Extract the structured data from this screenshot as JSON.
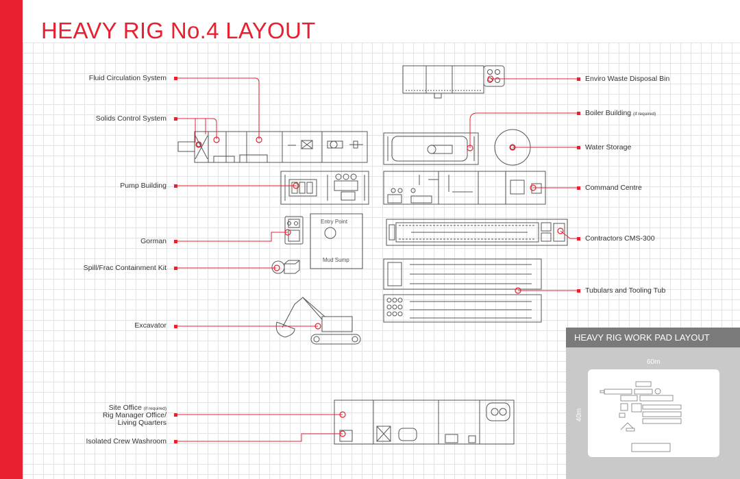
{
  "title": "HEAVY RIG No.4 LAYOUT",
  "colors": {
    "accent": "#e8202f",
    "line": "#555555",
    "inset_header": "#7a7a7a",
    "inset_body": "#c9c9c9"
  },
  "left_labels": {
    "fluid_circulation": "Fluid Circulation System",
    "solids_control": "Solids Control System",
    "pump_building": "Pump Building",
    "gorman": "Gorman",
    "spill_kit": "Spill/Frac Containment Kit",
    "excavator": "Excavator",
    "site_office": "Site Office",
    "site_office_note": "(if required)",
    "rig_manager": "Rig Manager Office/",
    "living_quarters": "Living Quarters",
    "crew_washroom": "Isolated Crew Washroom"
  },
  "right_labels": {
    "enviro_waste": "Enviro Waste Disposal Bin",
    "boiler_building": "Boiler Building",
    "boiler_note": "(if required)",
    "water_storage": "Water Storage",
    "command_centre": "Command Centre",
    "contractors": "Contractors CMS-300",
    "tubulars": "Tubulars and Tooling Tub"
  },
  "sump": {
    "entry_point": "Entry Point",
    "mud_sump": "Mud Sump"
  },
  "inset": {
    "title": "HEAVY RIG WORK PAD LAYOUT",
    "width_label": "60m",
    "height_label": "40m"
  }
}
